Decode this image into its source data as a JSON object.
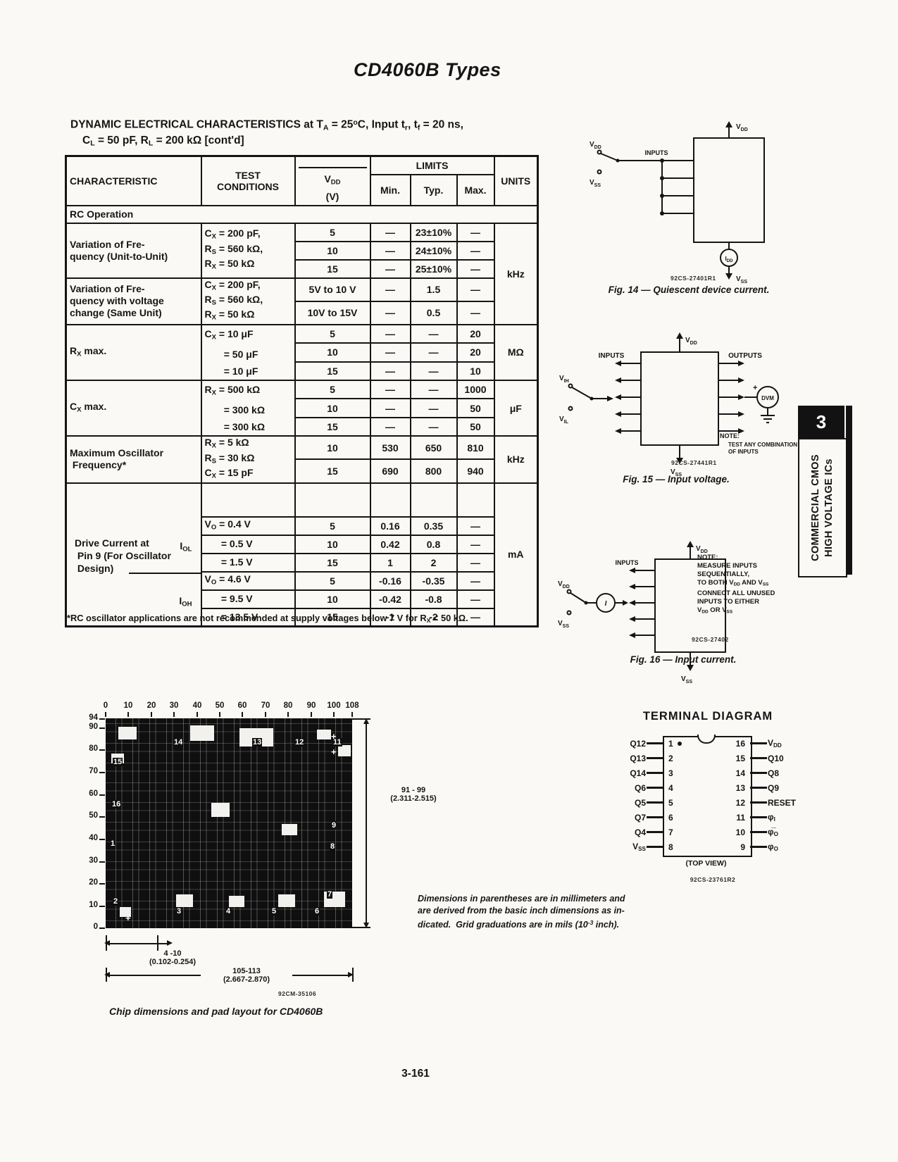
{
  "header": {
    "title": "CD4060B Types"
  },
  "dyn": {
    "h1": "DYNAMIC ELECTRICAL CHARACTERISTICS at T~A~ = 25^o^C, Input t~r~, t~f~ = 20 ns,",
    "h2": "C~L~ = 50 pF, R~L~ = 200 kΩ [cont'd]",
    "footnote": "*RC oscillator applications are not recommended at supply voltages below 7 V for R~X~ < 50 kΩ."
  },
  "table": {
    "h_characteristic": "CHARACTERISTIC",
    "h_test": "TEST\nCONDITIONS",
    "h_vdd": "V~DD~\n(V)",
    "h_limits": "LIMITS",
    "h_min": "Min.",
    "h_typ": "Typ.",
    "h_max": "Max.",
    "h_units": "UNITS",
    "section": "RC Operation",
    "groups": {
      "a": {
        "char": "Variation of Fre-\nquency (Unit-to-Unit)",
        "cond": "C~X~ = 200 pF,\nR~S~ = 560 kΩ,\nR~X~ = 50 kΩ",
        "rows": [
          [
            "5",
            "—",
            "23±10%",
            "—"
          ],
          [
            "10",
            "—",
            "24±10%",
            "—"
          ],
          [
            "15",
            "—",
            "25±10%",
            "—"
          ]
        ],
        "units": "kHz"
      },
      "b": {
        "char": "Variation of Fre-\nquency with voltage\nchange (Same Unit)",
        "cond": "C~X~ = 200 pF,\nR~S~ = 560 kΩ,\nR~X~ = 50 kΩ",
        "rows": [
          [
            "5V to 10 V",
            "—",
            "1.5",
            "—"
          ],
          [
            "10V to 15V",
            "—",
            "0.5",
            "—"
          ]
        ]
      },
      "c": {
        "char": "R~X~ max.",
        "cond": "C~X~ = 10 μF\n       = 50 μF\n       = 10 μF",
        "rows": [
          [
            "5",
            "—",
            "—",
            "20"
          ],
          [
            "10",
            "—",
            "—",
            "20"
          ],
          [
            "15",
            "—",
            "—",
            "10"
          ]
        ],
        "units": "MΩ"
      },
      "d": {
        "char": "C~X~ max.",
        "cond": "R~X~ = 500 kΩ\n       = 300 kΩ\n       = 300 kΩ",
        "rows": [
          [
            "5",
            "—",
            "—",
            "1000"
          ],
          [
            "10",
            "—",
            "—",
            "50"
          ],
          [
            "15",
            "—",
            "—",
            "50"
          ]
        ],
        "units": "μF"
      },
      "e": {
        "char": "Maximum Oscillator\n Frequency*",
        "cond": "R~X~ = 5 kΩ\nR~S~ = 30 kΩ\nC~X~ = 15 pF",
        "rows": [
          [
            "10",
            "530",
            "650",
            "810"
          ],
          [
            "15",
            "690",
            "800",
            "940"
          ]
        ],
        "units": "kHz"
      },
      "f": {
        "char": "Drive Current at\n Pin 9 (For Oscillator\n Design)",
        "iol": "I~OL~",
        "ioh": "I~OH~",
        "cond": [
          "V~O~ = 0.4 V",
          "      = 0.5 V",
          "      = 1.5 V",
          "V~O~ = 4.6 V",
          "      = 9.5 V",
          "      = 13.5 V"
        ],
        "rows": [
          [
            "5",
            "0.16",
            "0.35",
            "—"
          ],
          [
            "10",
            "0.42",
            "0.8",
            "—"
          ],
          [
            "15",
            "1",
            "2",
            "—"
          ],
          [
            "5",
            "-0.16",
            "-0.35",
            "—"
          ],
          [
            "10",
            "-0.42",
            "-0.8",
            "—"
          ],
          [
            "15",
            "-1",
            "-2",
            "—"
          ]
        ],
        "units": "mA"
      }
    }
  },
  "figs": {
    "f14": {
      "caption": "Fig. 14 — Quiescent device current.",
      "code": "92CS-27401R1",
      "inputs": "INPUTS",
      "vdd": {
        "t": "V",
        "s": "DD"
      },
      "vss": {
        "t": "V",
        "s": "SS"
      },
      "idd": {
        "t": "I",
        "s": "DD"
      }
    },
    "f15": {
      "caption": "Fig. 15 — Input voltage.",
      "code": "92CS-27441R1",
      "inputs": "INPUTS",
      "outputs": "OUTPUTS",
      "dvm": "DVM",
      "plus": "+",
      "vdd": {
        "t": "V",
        "s": "DD"
      },
      "vss": {
        "t": "V",
        "s": "SS"
      },
      "vih": {
        "t": "V",
        "s": "IH"
      },
      "vil": {
        "t": "V",
        "s": "IL"
      },
      "note_title": "NOTE:",
      "note1": "TEST ANY COMBINATION",
      "note2": "OF INPUTS"
    },
    "f16": {
      "caption": "Fig. 16 — Input current.",
      "code": "92CS-27402",
      "inputs": "INPUTS",
      "src": "I",
      "vdd": {
        "t": "V",
        "s": "DD"
      },
      "vss": {
        "t": "V",
        "s": "SS"
      },
      "note_title": "NOTE:",
      "note": "MEASURE INPUTS\nSEQUENTIALLY,\nTO BOTH V~DD~ AND V~SS~\nCONNECT ALL UNUSED\nINPUTS TO EITHER\nV~DD~ OR V~SS~"
    }
  },
  "terminal": {
    "title": "TERMINAL DIAGRAM",
    "left": [
      [
        "Q12",
        "1"
      ],
      [
        "Q13",
        "2"
      ],
      [
        "Q14",
        "3"
      ],
      [
        "Q6",
        "4"
      ],
      [
        "Q5",
        "5"
      ],
      [
        "Q7",
        "6"
      ],
      [
        "Q4",
        "7"
      ],
      [
        "V~SS~",
        "8"
      ]
    ],
    "right": [
      [
        "16",
        "V~DD~"
      ],
      [
        "15",
        "Q10"
      ],
      [
        "14",
        "Q8"
      ],
      [
        "13",
        "Q9"
      ],
      [
        "12",
        "RESET"
      ],
      [
        "11",
        "φ~I~"
      ],
      [
        "10",
        "φ̅~O~"
      ],
      [
        "9",
        "φ~O~"
      ]
    ],
    "view": "(TOP VIEW)",
    "code": "92CS-23761R2"
  },
  "chip": {
    "x_ticks": [
      "0",
      "10",
      "20",
      "30",
      "40",
      "50",
      "60",
      "70",
      "80",
      "90",
      "100",
      "108"
    ],
    "y_ticks": [
      "94",
      "90",
      "80",
      "70",
      "60",
      "50",
      "40",
      "30",
      "20",
      "10",
      "0"
    ],
    "pads_top": [
      "14",
      "13",
      "12",
      "11"
    ],
    "pads_left": [
      "15",
      "16",
      "1"
    ],
    "pads_right": [
      "9",
      "8",
      "7"
    ],
    "pads_bottom": [
      "2",
      "3",
      "4",
      "5",
      "6"
    ],
    "dim_h": "91 - 99\n(2.311-2.515)",
    "dim_pad": "4 -10\n(0.102-0.254)",
    "dim_w": "105-113\n(2.667-2.870)",
    "code": "92CM-35106",
    "note": "Dimensions in parentheses are in millimeters and\nare derived from the basic inch dimensions as in-\ndicated.  Grid graduations are in mils (10^-3^ inch).",
    "caption": "Chip dimensions and pad layout for CD4060B"
  },
  "tab": {
    "num": "3",
    "line1": "COMMERCIAL CMOS",
    "line2": "HIGH VOLTAGE ICs"
  },
  "footer": {
    "page": "3-161"
  }
}
